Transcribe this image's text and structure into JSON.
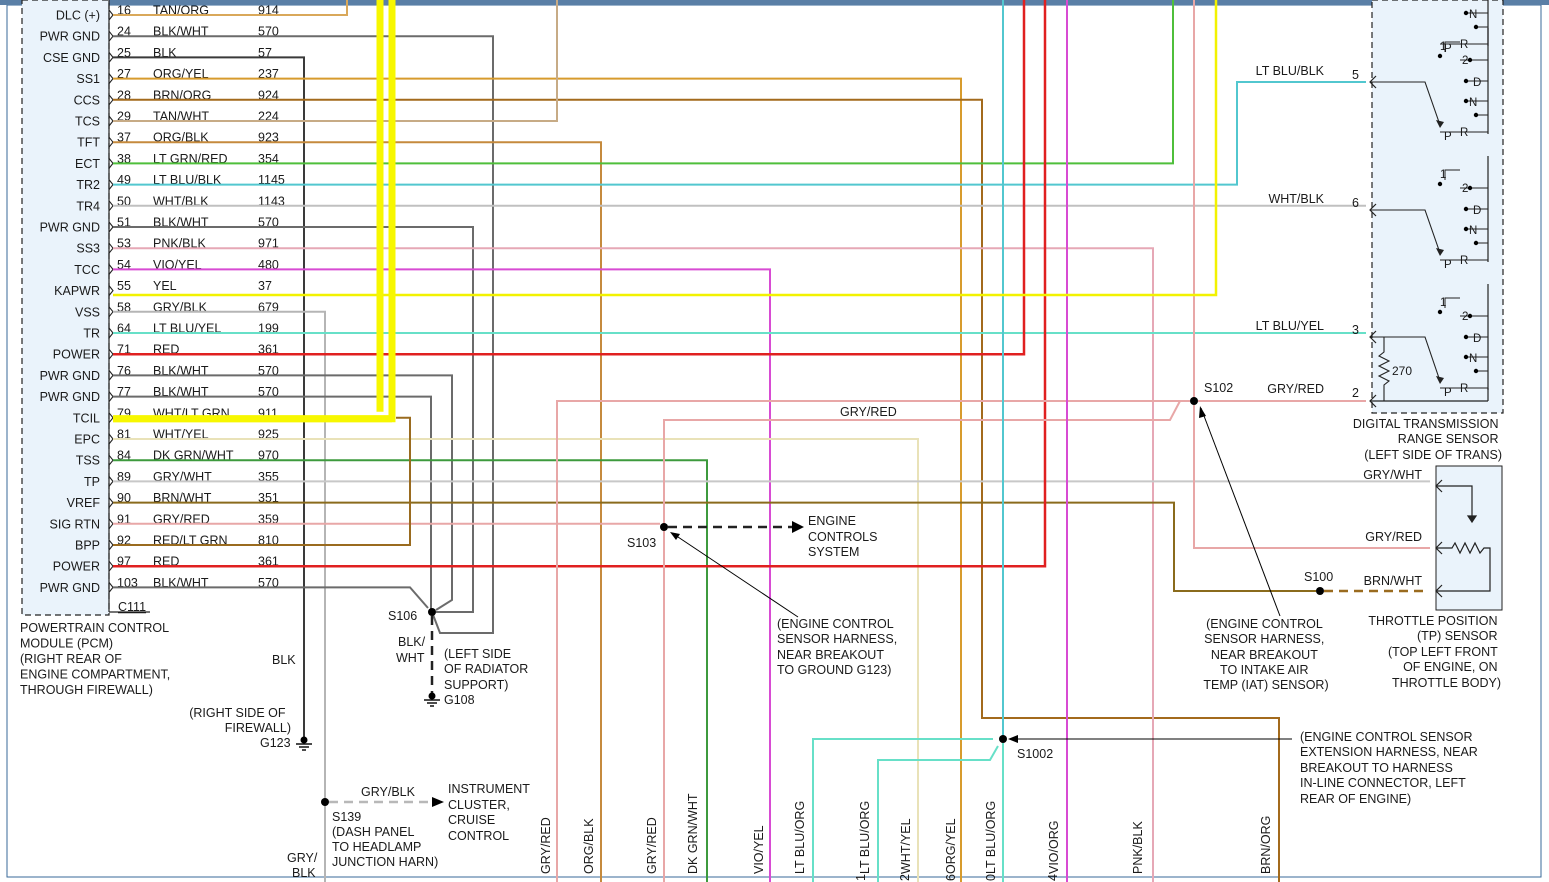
{
  "colors": {
    "pcm_fill": "#eaf3fb",
    "component_fill": "#eaf3fb",
    "highlight_yellow": "#f7f700",
    "frame": "#3a6a9a",
    "top_bar": "#5a7fa6"
  },
  "pcm": {
    "connector": "C111",
    "title_lines": [
      "POWERTRAIN CONTROL",
      "MODULE (PCM)",
      "(RIGHT REAR OF",
      "ENGINE COMPARTMENT,",
      "THROUGH FIREWALL)"
    ],
    "pins": [
      {
        "name": "DLC (+)",
        "pin": "16",
        "color": "TAN/ORG",
        "circuit": "914"
      },
      {
        "name": "PWR GND",
        "pin": "24",
        "color": "BLK/WHT",
        "circuit": "570"
      },
      {
        "name": "CSE GND",
        "pin": "25",
        "color": "BLK",
        "circuit": "57"
      },
      {
        "name": "SS1",
        "pin": "27",
        "color": "ORG/YEL",
        "circuit": "237"
      },
      {
        "name": "CCS",
        "pin": "28",
        "color": "BRN/ORG",
        "circuit": "924"
      },
      {
        "name": "TCS",
        "pin": "29",
        "color": "TAN/WHT",
        "circuit": "224"
      },
      {
        "name": "TFT",
        "pin": "37",
        "color": "ORG/BLK",
        "circuit": "923"
      },
      {
        "name": "ECT",
        "pin": "38",
        "color": "LT GRN/RED",
        "circuit": "354"
      },
      {
        "name": "TR2",
        "pin": "49",
        "color": "LT BLU/BLK",
        "circuit": "1145"
      },
      {
        "name": "TR4",
        "pin": "50",
        "color": "WHT/BLK",
        "circuit": "1143"
      },
      {
        "name": "PWR GND",
        "pin": "51",
        "color": "BLK/WHT",
        "circuit": "570"
      },
      {
        "name": "SS3",
        "pin": "53",
        "color": "PNK/BLK",
        "circuit": "971"
      },
      {
        "name": "TCC",
        "pin": "54",
        "color": "VIO/YEL",
        "circuit": "480"
      },
      {
        "name": "KAPWR",
        "pin": "55",
        "color": "YEL",
        "circuit": "37"
      },
      {
        "name": "VSS",
        "pin": "58",
        "color": "GRY/BLK",
        "circuit": "679"
      },
      {
        "name": "TR",
        "pin": "64",
        "color": "LT BLU/YEL",
        "circuit": "199"
      },
      {
        "name": "POWER",
        "pin": "71",
        "color": "RED",
        "circuit": "361"
      },
      {
        "name": "PWR GND",
        "pin": "76",
        "color": "BLK/WHT",
        "circuit": "570"
      },
      {
        "name": "PWR GND",
        "pin": "77",
        "color": "BLK/WHT",
        "circuit": "570"
      },
      {
        "name": "TCIL",
        "pin": "79",
        "color": "WHT/LT GRN",
        "circuit": "911"
      },
      {
        "name": "EPC",
        "pin": "81",
        "color": "WHT/YEL",
        "circuit": "925"
      },
      {
        "name": "TSS",
        "pin": "84",
        "color": "DK GRN/WHT",
        "circuit": "970"
      },
      {
        "name": "TP",
        "pin": "89",
        "color": "GRY/WHT",
        "circuit": "355"
      },
      {
        "name": "VREF",
        "pin": "90",
        "color": "BRN/WHT",
        "circuit": "351"
      },
      {
        "name": "SIG RTN",
        "pin": "91",
        "color": "GRY/RED",
        "circuit": "359"
      },
      {
        "name": "BPP",
        "pin": "92",
        "color": "RED/LT GRN",
        "circuit": "810"
      },
      {
        "name": "POWER",
        "pin": "97",
        "color": "RED",
        "circuit": "361"
      },
      {
        "name": "PWR GND",
        "pin": "103",
        "color": "BLK/WHT",
        "circuit": "570"
      }
    ]
  },
  "splices": {
    "s106": "S106",
    "s139": "S139",
    "s103": "S103",
    "s102": "S102",
    "s100": "S100",
    "s1002": "S1002"
  },
  "grounds": {
    "g108": "G108",
    "g123": "G123"
  },
  "labels": {
    "blk": "BLK",
    "blk_wht": [
      "BLK/",
      "WHT"
    ],
    "g108_loc": [
      "(LEFT SIDE",
      "OF RADIATOR",
      "SUPPORT)"
    ],
    "g123_loc": [
      "(RIGHT SIDE OF",
      "FIREWALL)"
    ],
    "gry_blk_top": "GRY/BLK",
    "gry_blk_bottom": [
      "GRY/",
      "BLK"
    ],
    "s139_loc": [
      "(DASH PANEL",
      "TO HEADLAMP",
      "JUNCTION HARN)"
    ],
    "instrument": [
      "INSTRUMENT",
      "CLUSTER,",
      "CRUISE",
      "CONTROL"
    ],
    "engine_controls": [
      "ENGINE",
      "CONTROLS",
      "SYSTEM"
    ],
    "s103_note": [
      "(ENGINE CONTROL",
      "SENSOR HARNESS,",
      "NEAR BREAKOUT",
      "TO GROUND G123)"
    ],
    "gry_red_mid": "GRY/RED",
    "s102_note": [
      "(ENGINE CONTROL",
      "SENSOR HARNESS,",
      "NEAR BREAKOUT",
      "TO INTAKE AIR",
      "TEMP (IAT) SENSOR)"
    ],
    "s1002_note": [
      "(ENGINE CONTROL SENSOR",
      "EXTENSION HARNESS, NEAR",
      "BREAKOUT TO HARNESS",
      "IN-LINE CONNECTOR, LEFT",
      "REAR OF ENGINE)"
    ]
  },
  "dtr": {
    "title_lines": [
      "DIGITAL TRANSMISSION",
      "RANGE SENSOR",
      "(LEFT SIDE OF TRANS)"
    ],
    "wires": [
      {
        "color": "LT BLU/BLK",
        "pin": "5"
      },
      {
        "color": "WHT/BLK",
        "pin": "6"
      },
      {
        "color": "LT BLU/YEL",
        "pin": "3"
      },
      {
        "color": "GRY/RED",
        "pin": "2"
      }
    ],
    "switch_labels": [
      "1",
      "2",
      "D",
      "N",
      "P",
      "R"
    ],
    "resistor": "270"
  },
  "tp": {
    "title_lines": [
      "THROTTLE POSITION",
      "(TP) SENSOR",
      "(TOP LEFT FRONT",
      "OF ENGINE, ON",
      "THROTTLE BODY)"
    ],
    "wires": [
      "GRY/WHT",
      "GRY/RED",
      "BRN/WHT"
    ]
  },
  "bottom_labels": [
    "GRY/RED",
    "ORG/BLK",
    "GRY/RED",
    "DK GRN/WHT",
    "VIO/YEL",
    "LT BLU/ORG",
    "LT BLU/ORG",
    "WHT/YEL",
    "ORG/YEL",
    "LT BLU/ORG",
    "VIO/ORG",
    "PNK/BLK",
    "BRN/ORG"
  ],
  "bottom_pin_marks": [
    "1",
    "2",
    "6",
    "0",
    "4"
  ]
}
